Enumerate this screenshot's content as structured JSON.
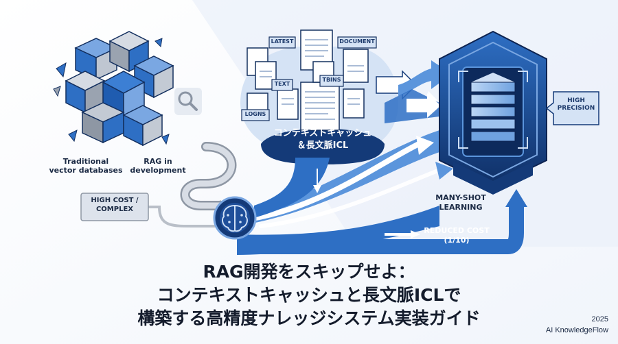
{
  "left_labels": {
    "traditional": "Traditional",
    "vector": "vector databases",
    "rag": "RAG in",
    "development": "development"
  },
  "high_cost": {
    "line1": "HIGH COST /",
    "line2": "COMPLEX"
  },
  "documents": [
    "LATEST",
    "DOCUMENT",
    "TEXT",
    "TBINS",
    "LOGNS"
  ],
  "cloud_text": {
    "line1": "コンテキストキャッシュ",
    "line2": "＆長文脈ICL"
  },
  "high_precision": {
    "line1": "HIGH",
    "line2": "PRECISION"
  },
  "many_shot": {
    "line1": "MANY-SHOT",
    "line2": "LEARNING"
  },
  "reduced_cost": {
    "line1": "REDUCED COST",
    "line2": "(1/10)"
  },
  "title_lines": [
    "RAG開発をスキップせよ：",
    "コンテキストキャッシュと長文脈ICLで",
    "構築する高精度ナレッジシステム実装ガイド"
  ],
  "footer": {
    "year": "2025",
    "brand": "AI KnowledgeFlow"
  },
  "colors": {
    "primary": "#2e6fc4",
    "dark": "#143a78",
    "light": "#cfe0f6",
    "grey": "#b9bfc8"
  }
}
